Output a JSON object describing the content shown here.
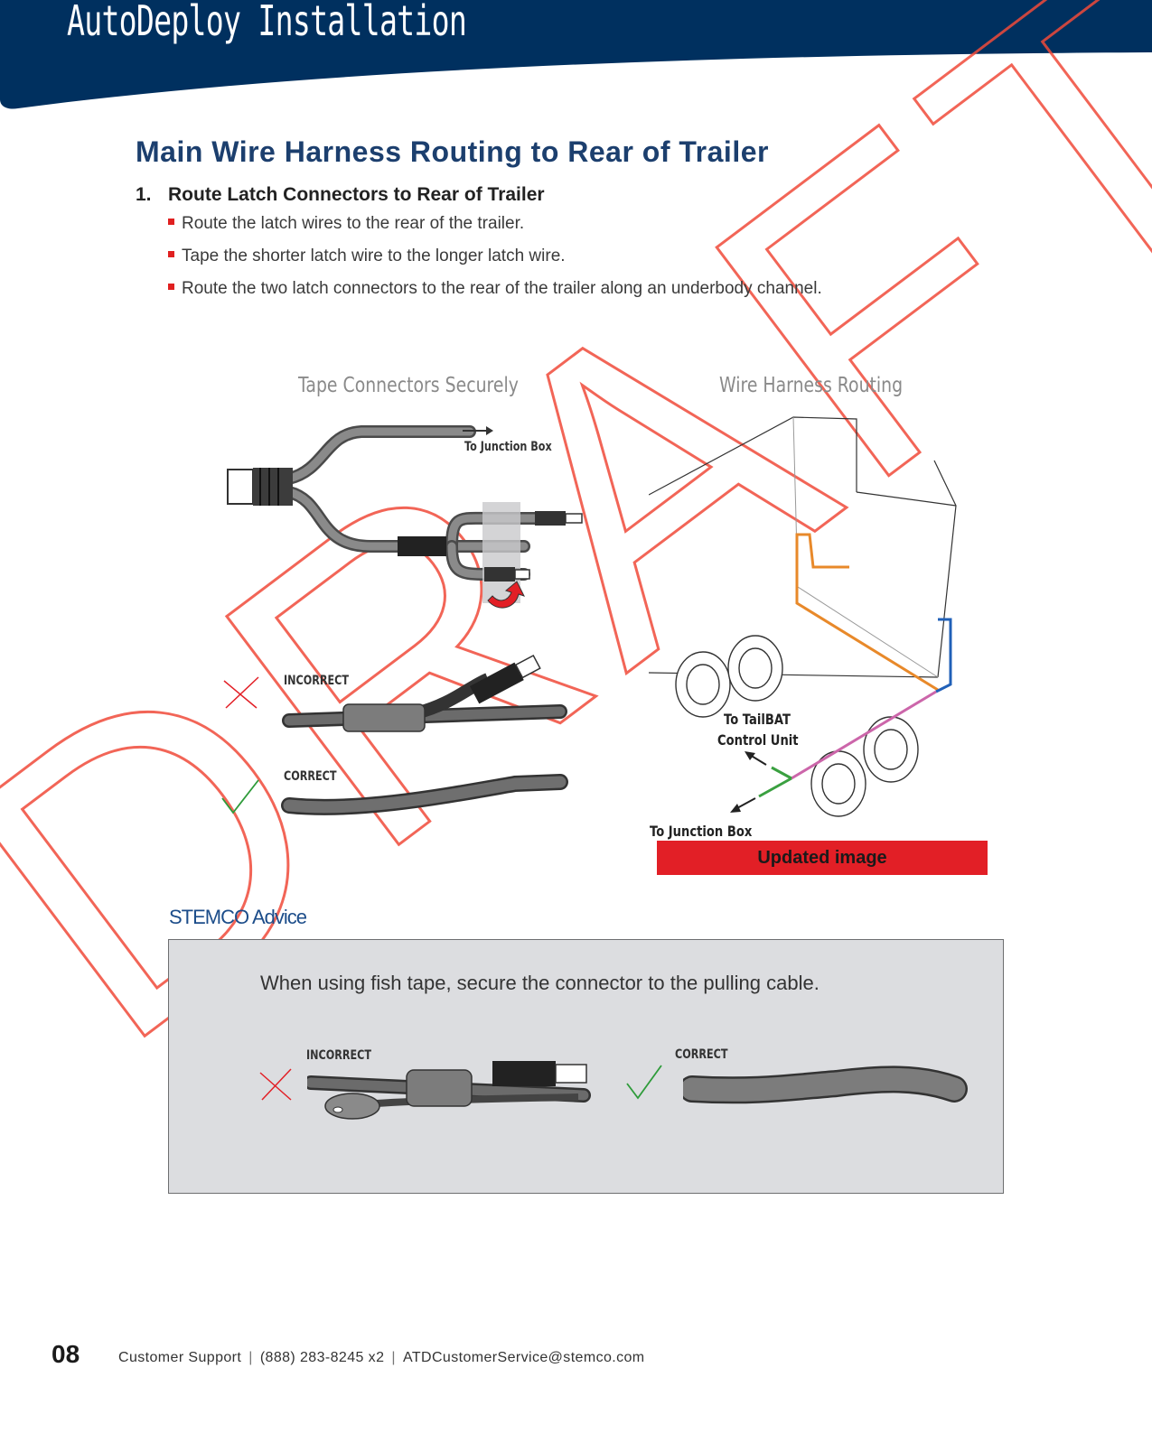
{
  "header": {
    "title": "AutoDeploy Installation"
  },
  "section": {
    "title": "Main Wire Harness Routing to Rear of Trailer",
    "step_number": "1.",
    "step_title": "Route Latch Connectors to Rear of Trailer",
    "bullets": [
      "Route the latch wires to the rear of the trailer.",
      "Tape the shorter latch wire to the longer latch wire.",
      "Route the two latch connectors to the rear of the trailer along an underbody channel."
    ]
  },
  "figures": {
    "left_caption": "Tape Connectors Securely",
    "right_caption": "Wire Harness Routing",
    "to_junction_box_top": "To Junction Box",
    "incorrect_label": "INCORRECT",
    "correct_label": "CORRECT",
    "to_tailbat_line1": "To TailBAT",
    "to_tailbat_line2": "Control Unit",
    "to_junction_box_bottom": "To Junction Box",
    "updated_banner": "Updated image"
  },
  "watermark": {
    "text": "DRAFT",
    "color": "#f04a3a"
  },
  "advice": {
    "heading": "STEMCO Advice",
    "text": "When using fish tape, secure the connector to the pulling cable.",
    "incorrect_label": "INCORRECT",
    "correct_label": "CORRECT"
  },
  "footer": {
    "page_number": "08",
    "support_label": "Customer Support",
    "phone": "(888) 283-8245 x2",
    "email": "ATDCustomerService@stemco.com"
  },
  "colors": {
    "navy": "#00305f",
    "title_blue": "#1c3f6e",
    "red": "#e21f26",
    "green": "#2e9b3a"
  }
}
